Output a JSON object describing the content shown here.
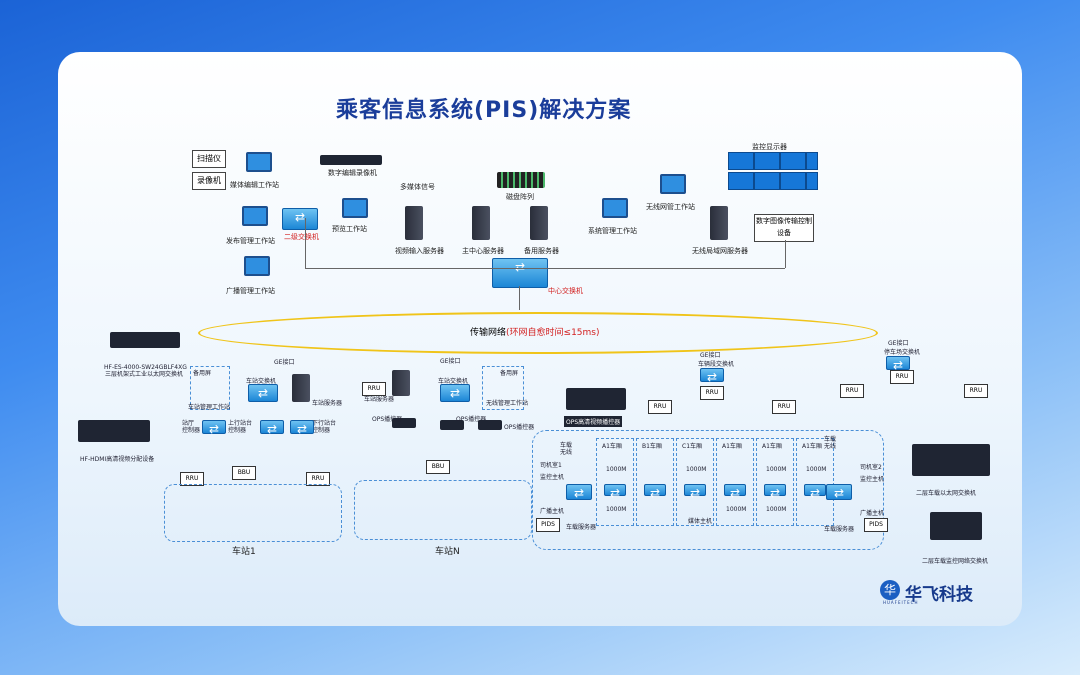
{
  "title": "乘客信息系统(PIS)解决方案",
  "brand": {
    "name": "华飞科技",
    "sub": "HUAFEITECH"
  },
  "top": {
    "scanner": "扫描仪",
    "camcorder": "录像机",
    "media_ws": "媒体编辑工作站",
    "digital_recorder": "数字编辑录像机",
    "multimedia_signal": "多媒体信号",
    "disk_array": "磁盘阵列",
    "monitor_display": "监控显示器",
    "publish_ws": "发布管理工作站",
    "secondary_switch": "二级交换机",
    "preview_ws": "预览工作站",
    "video_server": "视频输入服务器",
    "main_server": "主中心服务器",
    "backup_server": "备用服务器",
    "sys_mgmt_ws": "系统管理工作站",
    "wireless_ws": "无线网管工作站",
    "wlan_server": "无线局域网服务器",
    "image_device": "数字图像传输控制设备",
    "broadcast_ws": "广播管理工作站",
    "core_switch": "中心交换机"
  },
  "network": {
    "label": "传输网络",
    "note": "(环网自愈时间≤15ms)",
    "ge": "GE接口"
  },
  "station1": {
    "device_caption1": "HF-ES-4000-SW24GBLF4XG\n三层机架式工业以太网交换机",
    "device_caption2": "HF-HDMI高清视频分配设备",
    "switch": "车站交换机",
    "server": "车站服务器",
    "standby": "备用屏",
    "ctrl_ws": "车站管理工作站",
    "down_ctrl": "站厅\n控制器",
    "up_ctrl": "上行站台\n控制器",
    "down2_ctrl": "下行站台\n控制器",
    "rru": "RRU",
    "bbu": "BBU",
    "name": "车站1"
  },
  "stationN": {
    "rru": "RRU",
    "server": "车站服务器",
    "switch": "车站交换机",
    "standby": "备用屏",
    "ctrl_ws": "无线管理工作站",
    "ops1": "OPS播控器",
    "ops2": "OPS播控器",
    "ops3": "OPS播控器",
    "bbu": "BBU",
    "name": "车站N",
    "ops_device": "OPS高清视频播控器"
  },
  "ge_units": [
    {
      "ge": "GE接口",
      "switch": "车辆段交换机",
      "rru_left": "RRU",
      "rru_mid": "RRU",
      "rru_right": "RRU"
    },
    {
      "ge": "GE接口",
      "switch": "停车场交换机",
      "rru_left": "RRU",
      "rru_mid": "RRU",
      "rru_right": "RRU"
    }
  ],
  "train": {
    "cars": [
      "A1车厢",
      "B1车厢",
      "C1车厢",
      "A1车厢",
      "A1车厢",
      "A1车厢"
    ],
    "left_cab": {
      "wireless": "车载\n无线",
      "room": "司机室1",
      "monitor": "监控主机",
      "broadcast": "广播主机",
      "pids": "PIDS",
      "server": "车载服务器"
    },
    "right_cab": {
      "wireless": "车载\n无线",
      "room": "司机室2",
      "monitor": "监控主机",
      "broadcast": "广播主机",
      "pids": "PIDS",
      "server": "车载服务器"
    },
    "speed_top": [
      "1000M",
      "1000M",
      "1000M",
      "1000M"
    ],
    "speed_bottom": [
      "1000M",
      "1000M",
      "1000M"
    ],
    "mid_box": "媒体主机",
    "right_dev1": "二层车载以太网交换机",
    "right_dev2": "二层车载监控网络交换机"
  },
  "colors": {
    "accent": "#1a3d9a",
    "red": "#d21f1f",
    "ring": "#f0c419"
  }
}
